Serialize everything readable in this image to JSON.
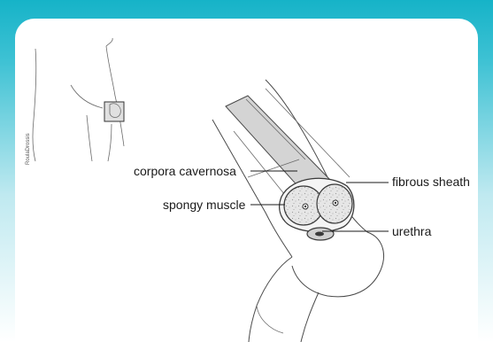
{
  "labels": {
    "corpora_cavernosa": "corpora cavernosa",
    "spongy_muscle": "spongy muscle",
    "fibrous_sheath": "fibrous sheath",
    "urethra": "urethra"
  },
  "credit": "RoulaDrossis",
  "colors": {
    "frame_top": "#16b3c8",
    "shaft_fill": "#d9d9d9",
    "tissue_fill": "#e8e8e8",
    "line": "#4a4a4a"
  }
}
